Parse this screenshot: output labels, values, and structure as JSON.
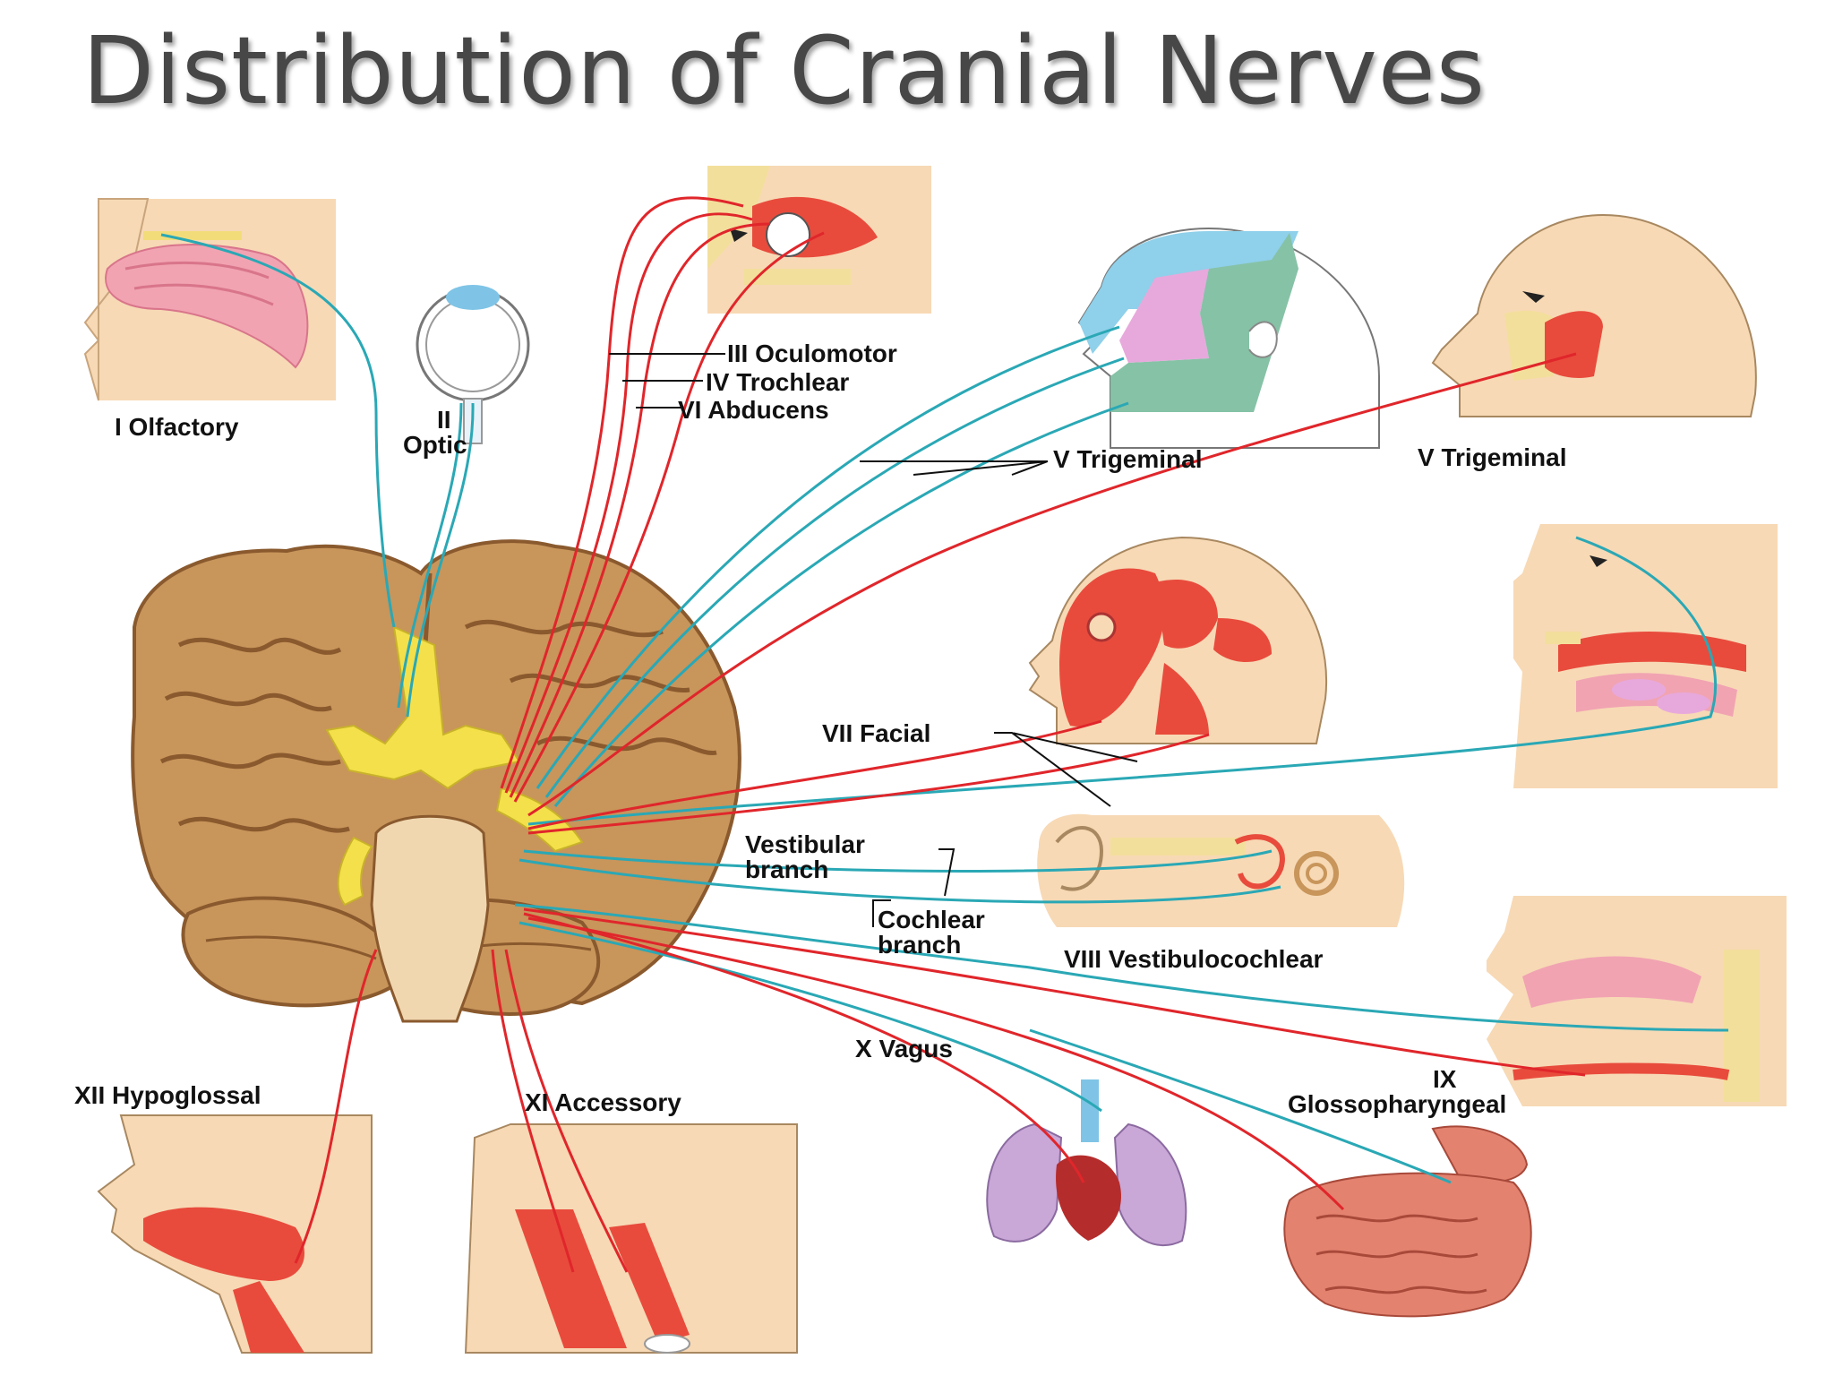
{
  "title": "Distribution of Cranial Nerves",
  "colors": {
    "motor_nerve": "#e0262b",
    "sensory_nerve": "#2aa8b5",
    "brain": "#c8955b",
    "brain_stem": "#f0d7b0",
    "nerve_roots": "#f4e04a",
    "skin": "#f7d9b5",
    "muscle": "#e84b3c",
    "lungs": "#c9a8d8",
    "intestine": "#e3826f"
  },
  "labels": {
    "olfactory": "I Olfactory",
    "optic_num": "II",
    "optic_name": "Optic",
    "oculomotor": "III Oculomotor",
    "trochlear": "IV Trochlear",
    "abducens": "VI Abducens",
    "trigeminal_sensory": "V Trigeminal",
    "trigeminal_motor": "V Trigeminal",
    "facial": "VII Facial",
    "vestibular_1": "Vestibular",
    "vestibular_2": "branch",
    "cochlear_1": "Cochlear",
    "cochlear_2": "branch",
    "vestibulocochlear": "VIII Vestibulocochlear",
    "vagus": "X Vagus",
    "glosso_num": "IX",
    "glosso_name": "Glossopharyngeal",
    "hypoglossal": "XII Hypoglossal",
    "accessory": "XI Accessory"
  }
}
